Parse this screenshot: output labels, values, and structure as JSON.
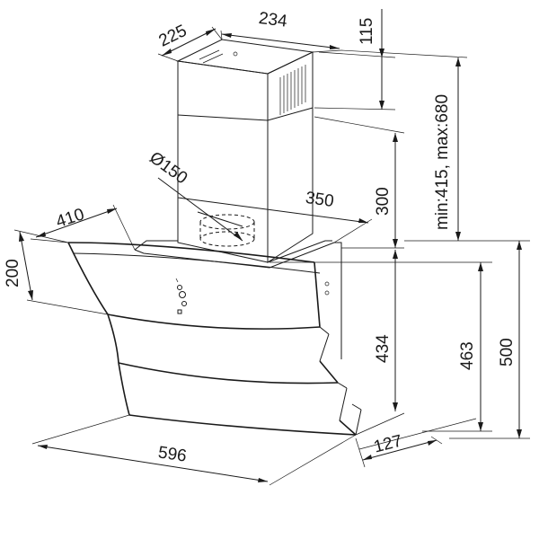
{
  "dimensions": {
    "chimney_depth": "225",
    "chimney_width": "234",
    "top_offset": "115",
    "height_range": "min:415, max:680",
    "duct_diameter": "Ø150",
    "canopy_depth": "350",
    "chimney_lower": "300",
    "glass_depth": "410",
    "glass_front": "200",
    "body_height": "434",
    "height_463": "463",
    "height_500": "500",
    "overall_width": "596",
    "bottom_depth": "127"
  }
}
